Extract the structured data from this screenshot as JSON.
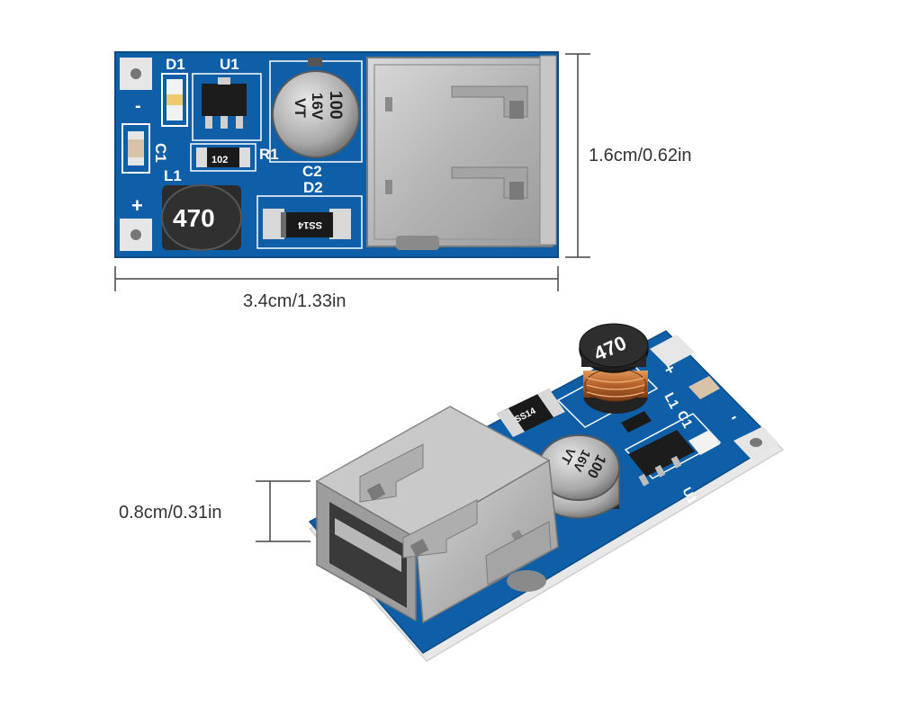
{
  "dimensions": {
    "height_top": "1.6cm/0.62in",
    "width_top": "3.4cm/1.33in",
    "thickness": "0.8cm/0.31in"
  },
  "silkscreen": {
    "d1": "D1",
    "u1": "U1",
    "c1": "C1",
    "l1": "L1",
    "r1": "R1",
    "c2": "C2",
    "d2": "D2",
    "minus": "-",
    "plus": "+"
  },
  "components": {
    "capacitor_value": "100",
    "capacitor_voltage": "16V",
    "capacitor_series": "VT",
    "inductor_value": "470",
    "resistor_code": "102",
    "diode_code": "SS14"
  },
  "colors": {
    "pcb_blue": "#0f5fa8",
    "copper": "#d8d8d8",
    "steel": "#b8b8b8"
  }
}
